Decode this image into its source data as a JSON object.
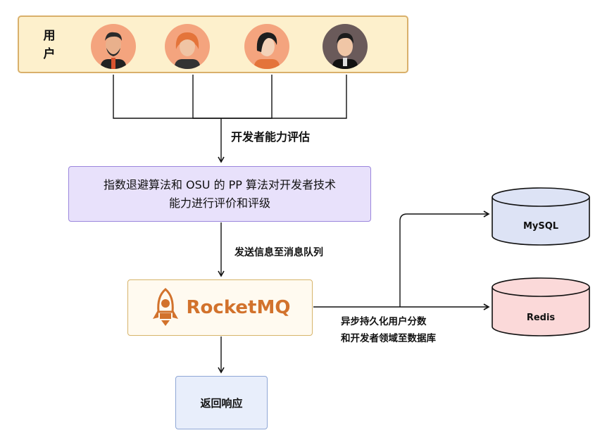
{
  "users": {
    "label": "用户",
    "avatars": [
      "user-avatar-1",
      "user-avatar-2",
      "user-avatar-3",
      "user-avatar-4"
    ]
  },
  "edges": {
    "evaluate": "开发者能力评估",
    "send": "发送信息至消息队列",
    "persist_line1": "异步持久化用户分数",
    "persist_line2": "和开发者领域至数据库"
  },
  "algorithm": {
    "line1": "指数退避算法和 OSU 的 PP 算法对开发者技术",
    "line2": "能力进行评价和评级"
  },
  "mq": {
    "name": "RocketMQ",
    "icon": "rocket-icon"
  },
  "response": {
    "label": "返回响应"
  },
  "databases": [
    {
      "name": "MySQL",
      "color": "#dde3f5"
    },
    {
      "name": "Redis",
      "color": "#fbd9d9"
    }
  ],
  "colors": {
    "users_fill": "#fdf0cc",
    "algo_fill": "#e8e1fb",
    "mq_fill": "#fffaf0",
    "resp_fill": "#e8eefb",
    "brand_orange": "#d2722c"
  }
}
